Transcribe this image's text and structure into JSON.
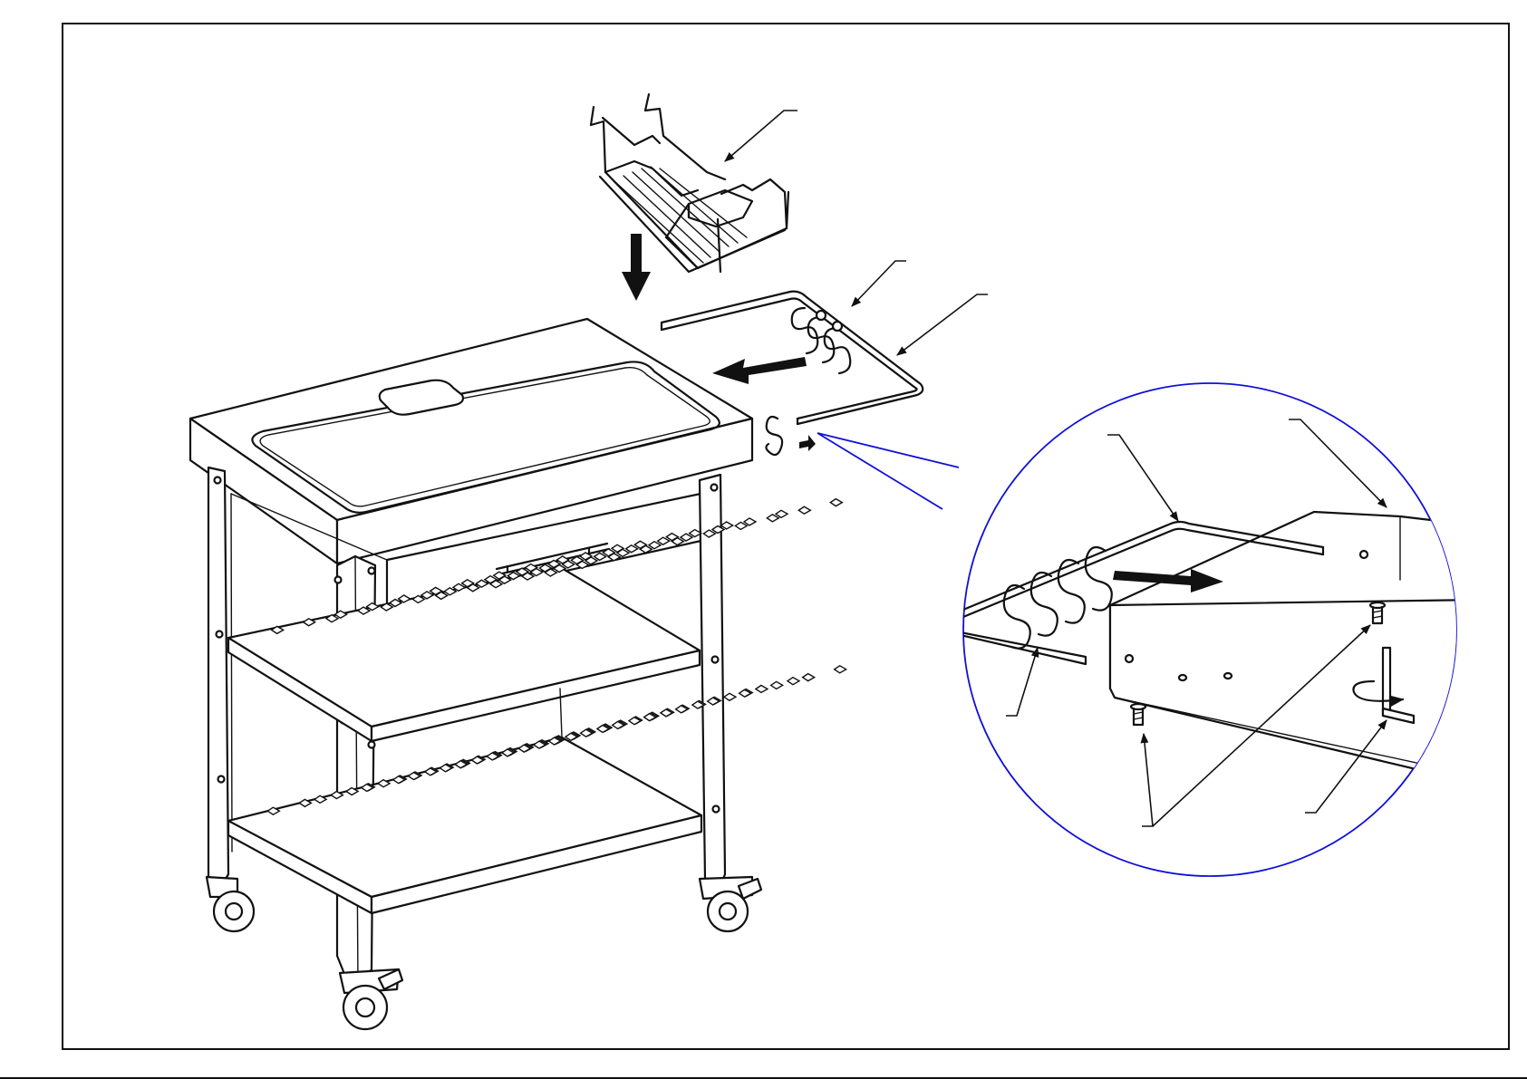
{
  "sheet": {
    "border_color": "#111111",
    "detail_circle_color": "#1010d8"
  },
  "parts": {
    "cart": "kitchen-cart",
    "basket": "wire-basket",
    "rail": "hanging-rail",
    "hooks": "s-hooks",
    "screws": "screws",
    "hex_key": "hex-key"
  },
  "callouts": [
    {
      "id": "basket-leader",
      "label": ""
    },
    {
      "id": "hooks-leader",
      "label": ""
    },
    {
      "id": "rail-leader",
      "label": ""
    },
    {
      "id": "detail-rail-leader",
      "label": ""
    },
    {
      "id": "detail-side-leader",
      "label": ""
    },
    {
      "id": "detail-hook-leader",
      "label": ""
    },
    {
      "id": "detail-screws-leader",
      "label": ""
    },
    {
      "id": "detail-hexkey-leader",
      "label": ""
    }
  ]
}
